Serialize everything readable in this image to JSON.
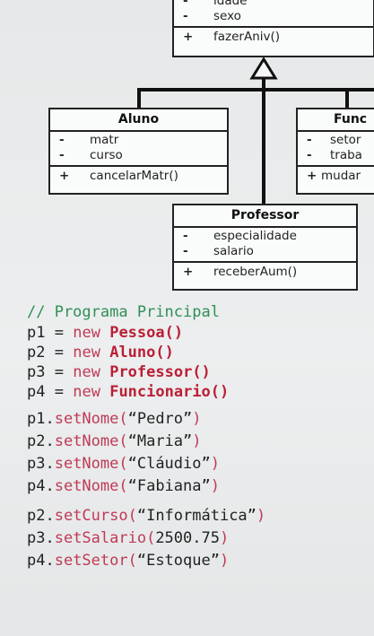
{
  "pessoa": {
    "attributes": [
      {
        "vis": "-",
        "name": "idade"
      },
      {
        "vis": "-",
        "name": "sexo"
      }
    ],
    "methods": [
      {
        "vis": "+",
        "name": "fazerAniv()"
      }
    ]
  },
  "aluno": {
    "name": "Aluno",
    "attributes": [
      {
        "vis": "-",
        "name": "matr"
      },
      {
        "vis": "-",
        "name": "curso"
      }
    ],
    "methods": [
      {
        "vis": "+",
        "name": "cancelarMatr()"
      }
    ]
  },
  "funcionario": {
    "name": "Func",
    "attributes": [
      {
        "vis": "-",
        "name": "setor"
      },
      {
        "vis": "-",
        "name": "traba"
      }
    ],
    "methods": [
      {
        "vis": "+",
        "name": "mudar"
      }
    ]
  },
  "professor": {
    "name": "Professor",
    "attributes": [
      {
        "vis": "-",
        "name": "especialidade"
      },
      {
        "vis": "-",
        "name": "salario"
      }
    ],
    "methods": [
      {
        "vis": "+",
        "name": "receberAum()"
      }
    ]
  },
  "code": {
    "comment": "// Programa Principal",
    "instantiations": [
      {
        "var": "p1",
        "op": "=",
        "kw": "new",
        "cls": "Pessoa()"
      },
      {
        "var": "p2",
        "op": "=",
        "kw": "new",
        "cls": "Aluno()"
      },
      {
        "var": "p3",
        "op": "=",
        "kw": "new",
        "cls": "Professor()"
      },
      {
        "var": "p4",
        "op": "=",
        "kw": "new",
        "cls": "Funcionario()"
      }
    ],
    "set_nome": [
      {
        "var": "p1.",
        "method": "setNome(",
        "arg": "“Pedro”",
        "close": ")"
      },
      {
        "var": "p2.",
        "method": "setNome(",
        "arg": "“Maria”",
        "close": ")"
      },
      {
        "var": "p3.",
        "method": "setNome(",
        "arg": "“Cláudio”",
        "close": ")"
      },
      {
        "var": "p4.",
        "method": "setNome(",
        "arg": "“Fabiana”",
        "close": ")"
      }
    ],
    "setters": [
      {
        "var": "p2.",
        "method": "setCurso(",
        "arg": "“Informática”",
        "close": ")"
      },
      {
        "var": "p3.",
        "method": "setSalario(",
        "arg": "2500.75",
        "close": ")"
      },
      {
        "var": "p4.",
        "method": "setSetor(",
        "arg": "“Estoque”",
        "close": ")"
      }
    ]
  }
}
